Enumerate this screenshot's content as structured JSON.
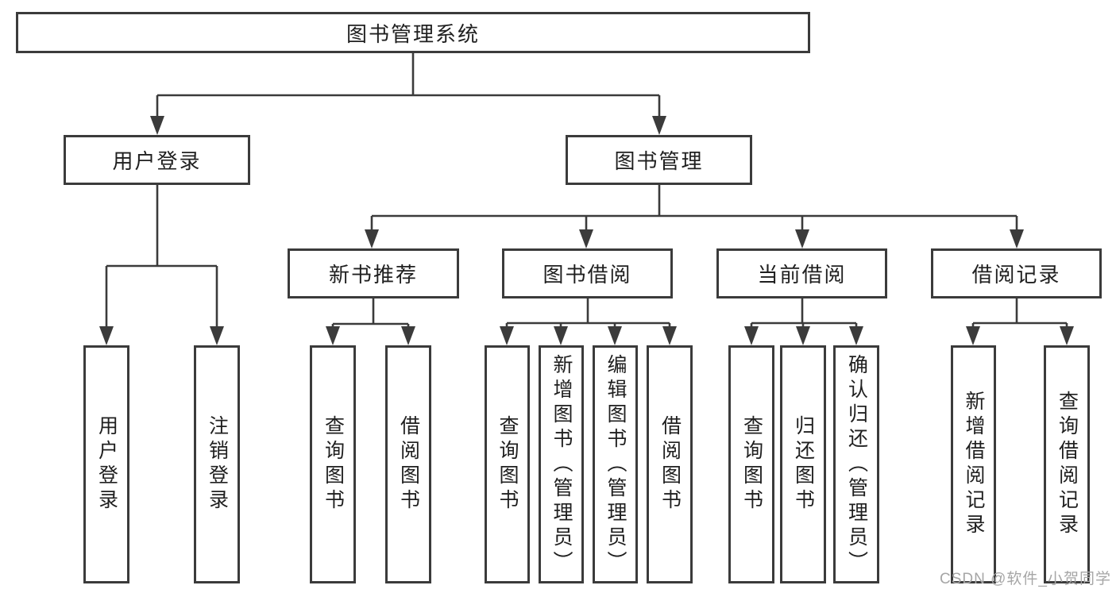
{
  "diagram": {
    "tree": {
      "label": "图书管理系统",
      "children": [
        {
          "label": "用户登录",
          "children": [
            {
              "label": "用户登录"
            },
            {
              "label": "注销登录"
            }
          ]
        },
        {
          "label": "图书管理",
          "children": [
            {
              "label": "新书推荐",
              "children": [
                {
                  "label": "查询图书"
                },
                {
                  "label": "借阅图书"
                }
              ]
            },
            {
              "label": "图书借阅",
              "children": [
                {
                  "label": "查询图书"
                },
                {
                  "label": "新增图书（管理员）"
                },
                {
                  "label": "编辑图书（管理员）"
                },
                {
                  "label": "借阅图书"
                }
              ]
            },
            {
              "label": "当前借阅",
              "children": [
                {
                  "label": "查询图书"
                },
                {
                  "label": "归还图书"
                },
                {
                  "label": "确认归还（管理员）"
                }
              ]
            },
            {
              "label": "借阅记录",
              "children": [
                {
                  "label": "新增借阅记录"
                },
                {
                  "label": "查询借阅记录"
                }
              ]
            }
          ]
        }
      ]
    },
    "colors": {
      "line": "#3b3b3b",
      "text": "#1f1f1f",
      "background": "#ffffff",
      "watermark": "#a6a6a6"
    }
  },
  "watermark": {
    "text": "CSDN @软件_小贺同学"
  }
}
